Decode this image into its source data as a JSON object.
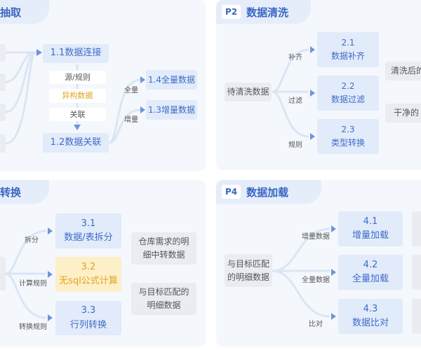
{
  "p1": {
    "title": "抽取",
    "n11": "1.1数据连接",
    "w1": "源/规则",
    "w2": "异构数据",
    "w3": "关联",
    "n12": "1.2数据关联",
    "l_full": "全量",
    "l_inc": "增量",
    "n14": "1.4全量数据",
    "n13": "1.3增量数据"
  },
  "p2": {
    "badge": "P2",
    "title": "数据清洗",
    "src": "待清洗数据",
    "l1": "补齐",
    "l2": "过滤",
    "l3": "规则",
    "b1n": "2.1",
    "b1": "数据补齐",
    "b2n": "2.2",
    "b2": "数据过滤",
    "b3n": "2.3",
    "b3": "类型转换",
    "r1": "清洗后的",
    "r2": "干净的"
  },
  "p3": {
    "title": "转换",
    "l1": "拆分",
    "l2": "计算规则",
    "l3": "转换规则",
    "b1n": "3.1",
    "b1": "数据/表拆分",
    "b2n": "3.2",
    "b2": "无sql公式计算",
    "b3n": "3.3",
    "b3": "行列转换",
    "r1a": "仓库需求的明",
    "r1b": "细中转数据",
    "r2a": "与目标匹配的",
    "r2b": "明细数据"
  },
  "p4": {
    "badge": "P4",
    "title": "数据加载",
    "srcA": "与目标匹配",
    "srcB": "的明细数据",
    "l1": "增量数据",
    "l2": "全量数据",
    "l3": "比对",
    "b1n": "4.1",
    "b1": "增量加载",
    "b2n": "4.2",
    "b2": "全量加载",
    "b3n": "4.3",
    "b3": "数据比对"
  },
  "colors": {
    "accent": "#3f6cc8",
    "highlight": "#e2a41d"
  }
}
